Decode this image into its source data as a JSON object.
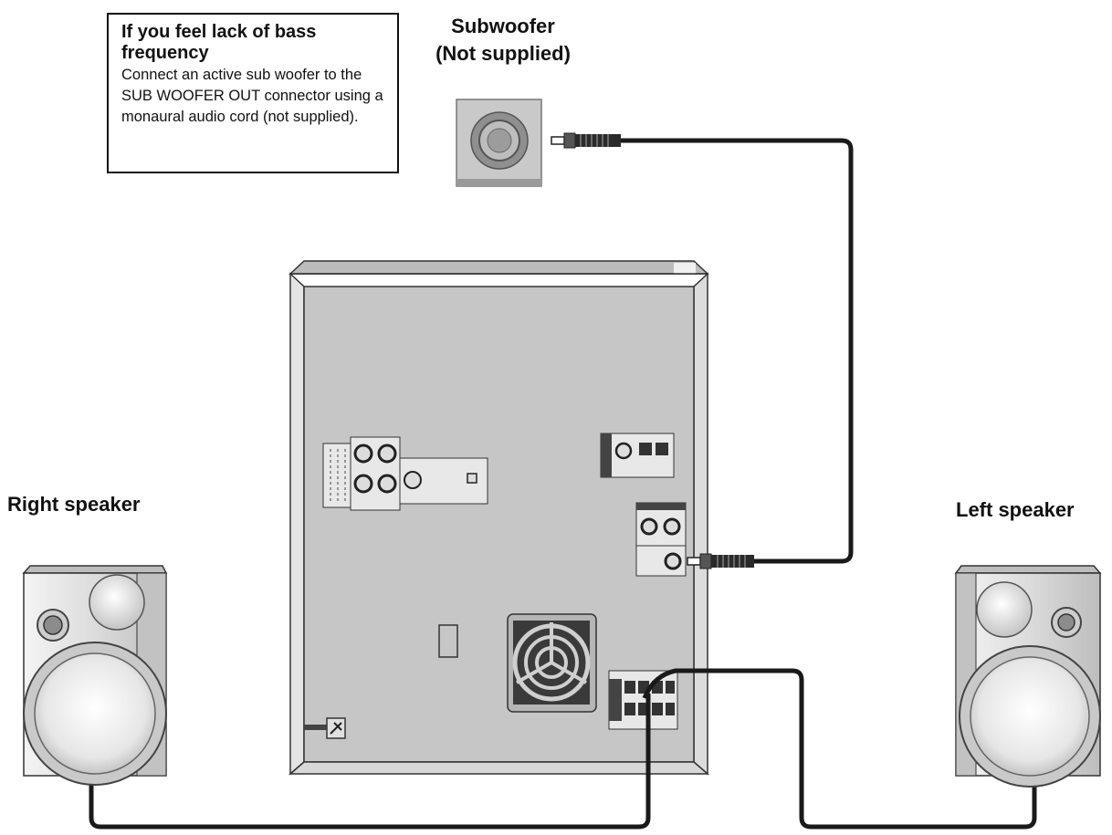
{
  "note": {
    "title": "If you feel lack of bass frequency",
    "body": "Connect an active sub woofer to the SUB WOOFER OUT connector using a monaural audio cord (not supplied)."
  },
  "subwoofer": {
    "title_line1": "Subwoofer",
    "title_line2": "(Not supplied)"
  },
  "right_speaker": {
    "label": "Right speaker"
  },
  "left_speaker": {
    "label": "Left speaker"
  },
  "colors": {
    "panel": "#c8c8c8",
    "panel_dark": "#9e9e9e",
    "line": "#1a1a1a",
    "speaker_body": "#e2e2e2"
  }
}
